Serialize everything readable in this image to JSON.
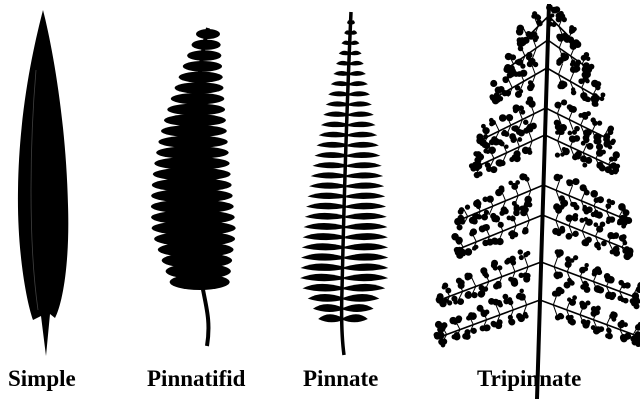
{
  "figure": {
    "ink_color": "#000000",
    "background_color": "#ffffff",
    "fronds": [
      {
        "id": "simple",
        "label": "Simple",
        "icon": "simple-frond-icon"
      },
      {
        "id": "pinnatifid",
        "label": "Pinnatifid",
        "icon": "pinnatifid-frond-icon"
      },
      {
        "id": "pinnate",
        "label": "Pinnate",
        "icon": "pinnate-frond-icon"
      },
      {
        "id": "tripinnate",
        "label": "Tripinnate",
        "icon": "tripinnate-frond-icon"
      }
    ]
  }
}
